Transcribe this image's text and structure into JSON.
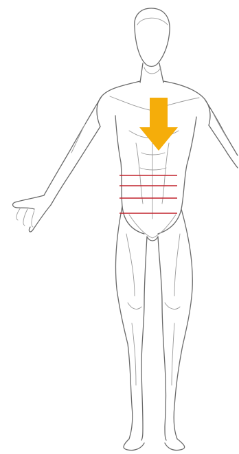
{
  "figure": {
    "subject": "anatomy-sketch-front-view",
    "line_color": "#6a6a6a",
    "background": "#ffffff"
  },
  "arrow": {
    "icon": "down-arrow-icon",
    "color": "#f5ad0a",
    "direction": "down"
  },
  "marker_lines": {
    "color": "#c0202a",
    "count": 4
  }
}
